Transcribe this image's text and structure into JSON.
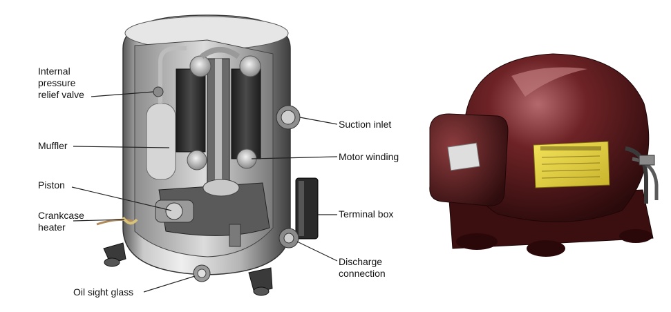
{
  "labels": {
    "internal_pressure_relief_valve": "Internal\npressure\nrelief valve",
    "muffler": "Muffler",
    "piston": "Piston",
    "crankcase_heater": "Crankcase\nheater",
    "oil_sight_glass": "Oil sight glass",
    "suction_inlet": "Suction inlet",
    "motor_winding": "Motor winding",
    "terminal_box": "Terminal box",
    "discharge_connection": "Discharge\nconnection"
  },
  "colors": {
    "shell_light": "#d8d8d8",
    "shell_dark": "#4a4a4a",
    "motor_core": "#2b2b2b",
    "photo_maroon": "#5a1a1c",
    "photo_highlight": "#a8585a",
    "label_yellow": "#e8d640",
    "leader_line": "#222222"
  }
}
